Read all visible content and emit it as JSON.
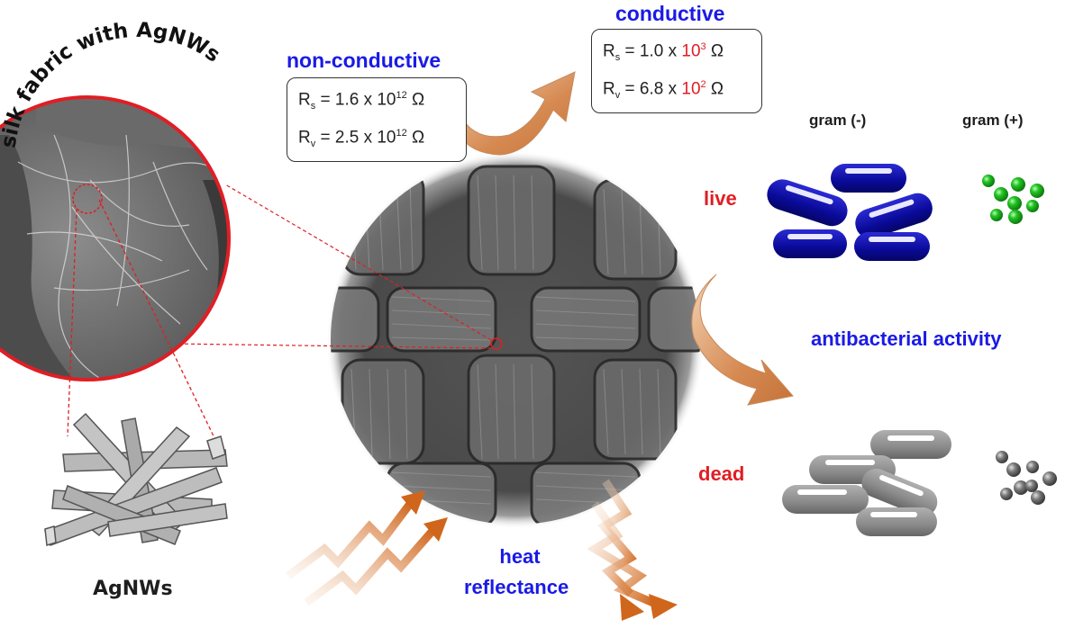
{
  "labels": {
    "silk_title": "silk fabric with AgNWs",
    "agnws": "AgNWs",
    "non_conductive": "non-conductive",
    "conductive": "conductive",
    "gram_neg": "gram (-)",
    "gram_pos": "gram (+)",
    "live": "live",
    "dead": "dead",
    "antibacterial": "antibacterial activity",
    "heat_line1": "heat",
    "heat_line2": "reflectance"
  },
  "non_conductive_box": {
    "rs": {
      "symbol": "R",
      "sub": "s",
      "prefix": "= 1.6 x 10",
      "exp": "12",
      "unit": "Ω"
    },
    "rv": {
      "symbol": "R",
      "sub": "v",
      "prefix": "= 2.5 x 10",
      "exp": "12",
      "unit": "Ω"
    }
  },
  "conductive_box": {
    "rs": {
      "symbol": "R",
      "sub": "s",
      "prefix": "= 1.0 x ",
      "base": "10",
      "exp": "3",
      "unit": "Ω"
    },
    "rv": {
      "symbol": "R",
      "sub": "v",
      "prefix": "= 6.8 x ",
      "base": "10",
      "exp": "2",
      "unit": "Ω"
    }
  },
  "colors": {
    "blue_text": "#1a1ae6",
    "red_text": "#e01e24",
    "arrow_orange": "#d9905a",
    "bacteria_live": "#0a0a9a",
    "bacteria_dead": "#8a8a8a",
    "cocci_live": "#22c422",
    "cocci_dead": "#7a7a7a",
    "zoom_circle": "#e01e24"
  }
}
